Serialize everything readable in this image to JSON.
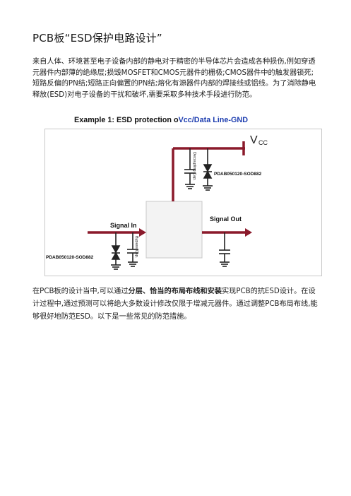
{
  "document": {
    "title": "PCB板“ESD保护电路设计”",
    "para1": "来自人体、环境甚至电子设备内部的静电对于精密的半导体芯片会造成各种损伤,例如穿透元器件内部薄的绝缘层;损毁MOSFET和CMOS元器件的栅极;CMOS器件中的触发器锁死;短路反偏的PN结;短路正向偏置的PN结;熔化有源器件内部的焊接线或铝线。为了消除静电释放(ESD)对电子设备的干扰和破坏,需要采取多种技术手段进行防范。",
    "para2_part1": "在PCB板的设计当中,可以通过",
    "para2_bold": "分层、恰当的布局布线和安装",
    "para2_part2": "实现PCB的抗ESD设计。在设计过程中,通过预测可以将绝大多数设计修改仅限于增减元器件。通过调整PCB布局布线,能够很好地防范ESD。以下是一些常见的防范措施。"
  },
  "figure": {
    "caption_prefix": "Example 1:  ESD  protection  o",
    "caption_blue": "Vcc/Data  Line-GND",
    "vcc_label": "V",
    "vcc_sub": "CC",
    "decoupling_label": "Decoupling Cap.",
    "bypass_label": "Bypass Cap.",
    "diode_top_label": "PDAB050120-SOD882",
    "diode_left_label": "PDAB050120-SOD882",
    "signal_in": "Signal In",
    "signal_out": "Signal Out",
    "colors": {
      "trace": "#8b1a2b",
      "component": "#222222",
      "chip_fill": "#f3f3f3"
    }
  }
}
